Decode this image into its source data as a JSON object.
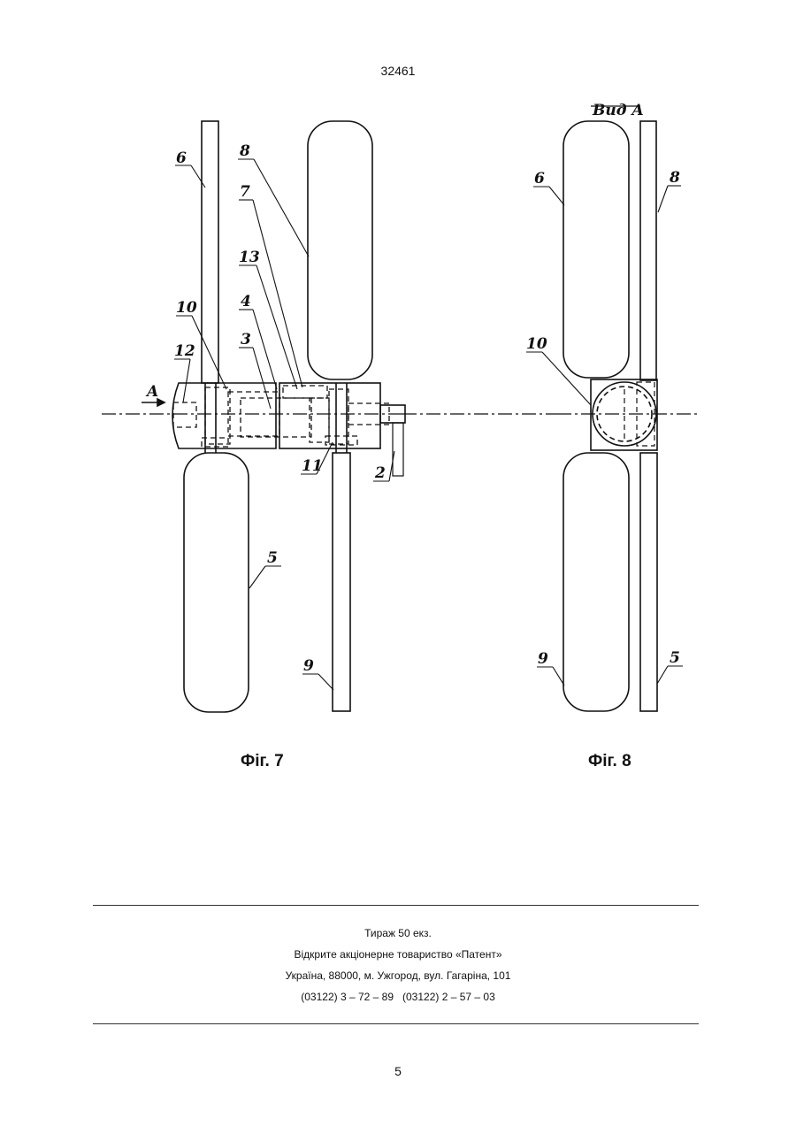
{
  "header": {
    "patent_number": "32461"
  },
  "figures": [
    {
      "caption": "Фіг. 7",
      "callouts": [
        "6",
        "8",
        "7",
        "13",
        "10",
        "4",
        "12",
        "3",
        "A",
        "11",
        "2",
        "5",
        "9"
      ]
    },
    {
      "caption": "Фіг. 8",
      "view_title": "Вид A",
      "callouts": [
        "6",
        "8",
        "10",
        "9",
        "5"
      ]
    }
  ],
  "imprint": {
    "circulation": "Тираж 50 екз.",
    "publisher": "Відкрите акціонерне товариство «Патент»",
    "address": "Україна, 88000, м. Ужгород, вул. Гагаріна, 101",
    "phones": "(03122) 3 – 72 – 89   (03122) 2 – 57 – 03"
  },
  "footer": {
    "page_number": "5"
  }
}
